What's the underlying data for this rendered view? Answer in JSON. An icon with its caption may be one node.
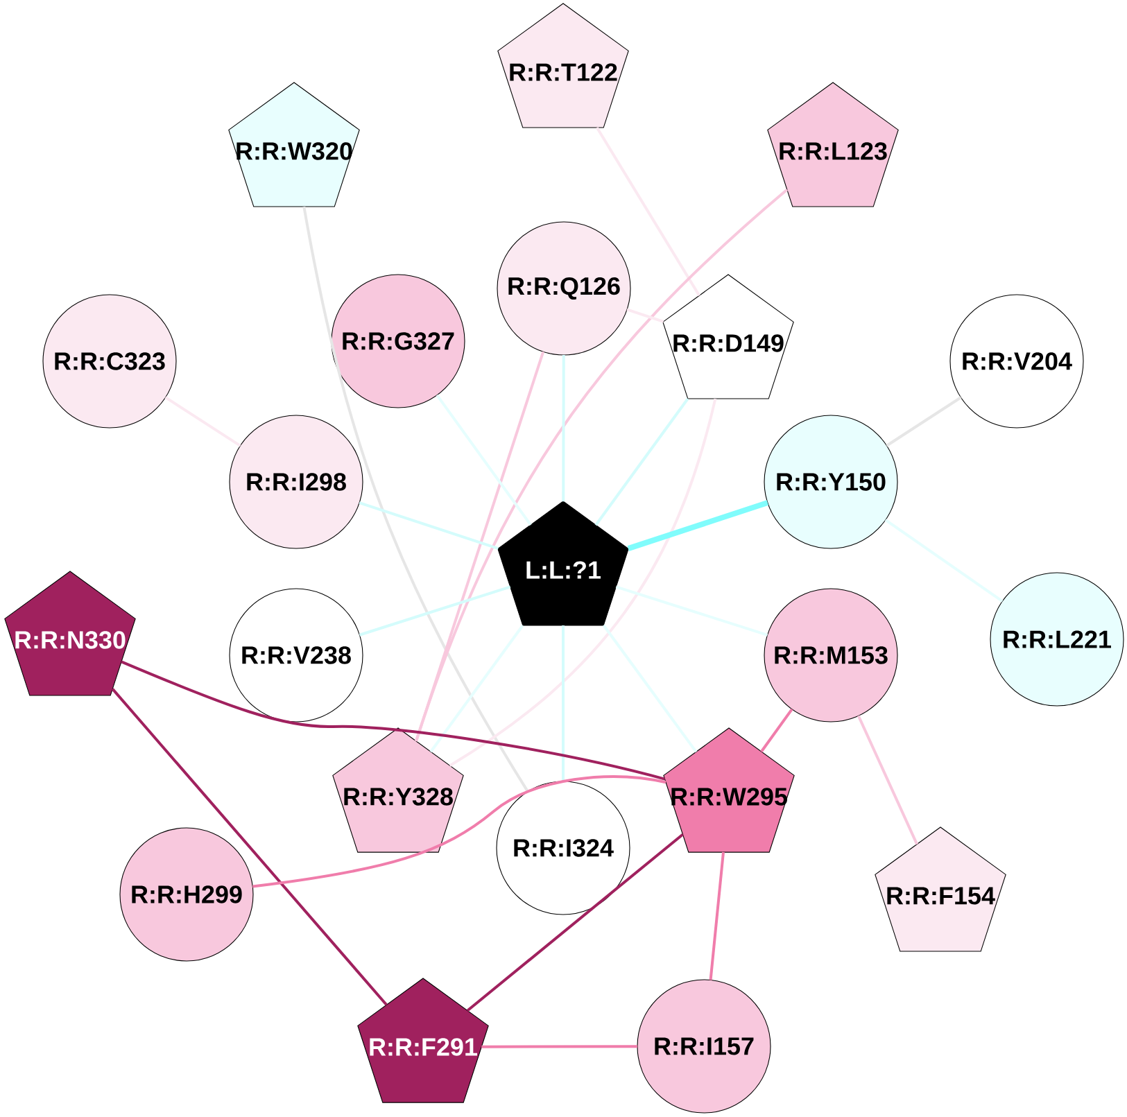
{
  "diagram": {
    "nodes": [
      {
        "text": [
          "R:R:T122"
        ]
      },
      {
        "text": [
          "R:R:W320"
        ]
      },
      {
        "text": [
          "R:R:L123"
        ]
      },
      {
        "text": [
          "R:R:Q126"
        ]
      },
      {
        "text": [
          "R:R:G327"
        ]
      },
      {
        "text": [
          "R:R:D149"
        ]
      },
      {
        "text": [
          "R:R:C323"
        ]
      },
      {
        "text": [
          "R:R:V204"
        ]
      },
      {
        "text": [
          "R:R:I298"
        ]
      },
      {
        "text": [
          "R:R:Y150"
        ]
      },
      {
        "text": [
          "L:L:?1"
        ]
      },
      {
        "text": [
          "R:R:N330"
        ]
      },
      {
        "text": [
          "R:R:L221"
        ]
      },
      {
        "text": [
          "R:R:V238"
        ]
      },
      {
        "text": [
          "R:R:M153"
        ]
      },
      {
        "text": [
          "R:R:Y328"
        ]
      },
      {
        "text": [
          "R:R:W295"
        ]
      },
      {
        "text": [
          "R:R:I324"
        ]
      },
      {
        "text": [
          "R:R:H299"
        ]
      },
      {
        "text": [
          "R:R:F154"
        ]
      },
      {
        "text": [
          "R:R:F291"
        ]
      },
      {
        "text": [
          "R:R:I157"
        ]
      }
    ],
    "edges": [
      {
        "from": 0,
        "to": 5,
        "arrow": "none",
        "color": "#fbe9f1"
      },
      {
        "from": 1,
        "to": 17,
        "arrow": "none",
        "color": "#e6e6e6"
      },
      {
        "from": 2,
        "to": 15,
        "arrow": "none",
        "color": "#f8c8dd"
      },
      {
        "from": 3,
        "to": 5,
        "arrow": "none",
        "color": "#fbe9f1"
      },
      {
        "from": 3,
        "to": 10,
        "arrow": "none",
        "color": "#d4fcfc"
      },
      {
        "from": 3,
        "to": 15,
        "arrow": "none",
        "color": "#f8c8dd"
      },
      {
        "from": 4,
        "to": 10,
        "arrow": "none",
        "color": "#e6fefe"
      },
      {
        "from": 5,
        "to": 10,
        "arrow": "none",
        "color": "#d4fcfc"
      },
      {
        "from": 5,
        "to": 15,
        "arrow": "none",
        "color": "#fbe9f1"
      },
      {
        "from": 6,
        "to": 8,
        "arrow": "none",
        "color": "#fbe9f1"
      },
      {
        "from": 7,
        "to": 9,
        "arrow": "none",
        "color": "#e6e6e6"
      },
      {
        "from": 8,
        "to": 10,
        "arrow": "none",
        "color": "#d4fcfc"
      },
      {
        "from": 9,
        "to": 10,
        "arrow": "none",
        "style": "thick",
        "color": "#80fcfc"
      },
      {
        "from": 9,
        "to": 12,
        "arrow": "none",
        "color": "#e6fefe"
      },
      {
        "from": 10,
        "to": 13,
        "arrow": "none",
        "color": "#d4fcfc"
      },
      {
        "from": 10,
        "to": 14,
        "arrow": "none",
        "color": "#e6fefe"
      },
      {
        "from": 10,
        "to": 15,
        "arrow": "none",
        "color": "#e6fefe"
      },
      {
        "from": 10,
        "to": 16,
        "arrow": "none",
        "color": "#e6fefe"
      },
      {
        "from": 10,
        "to": 17,
        "arrow": "none",
        "color": "#d4fcfc"
      },
      {
        "from": 11,
        "to": 16,
        "arrow": "none",
        "color": "#a0215e"
      },
      {
        "from": 11,
        "to": 20,
        "arrow": "none",
        "color": "#a0215e"
      },
      {
        "from": 14,
        "to": 16,
        "arrow": "none",
        "color": "#f07dab"
      },
      {
        "from": 14,
        "to": 19,
        "arrow": "none",
        "color": "#f8c8dd"
      },
      {
        "from": 18,
        "to": 16,
        "arrow": "none",
        "color": "#f07dab"
      },
      {
        "from": 16,
        "to": 20,
        "arrow": "none",
        "color": "#a0215e"
      },
      {
        "from": 16,
        "to": 21,
        "arrow": "none",
        "color": "#f07dab"
      },
      {
        "from": 20,
        "to": 21,
        "arrow": "none",
        "color": "#f07dab"
      }
    ]
  }
}
